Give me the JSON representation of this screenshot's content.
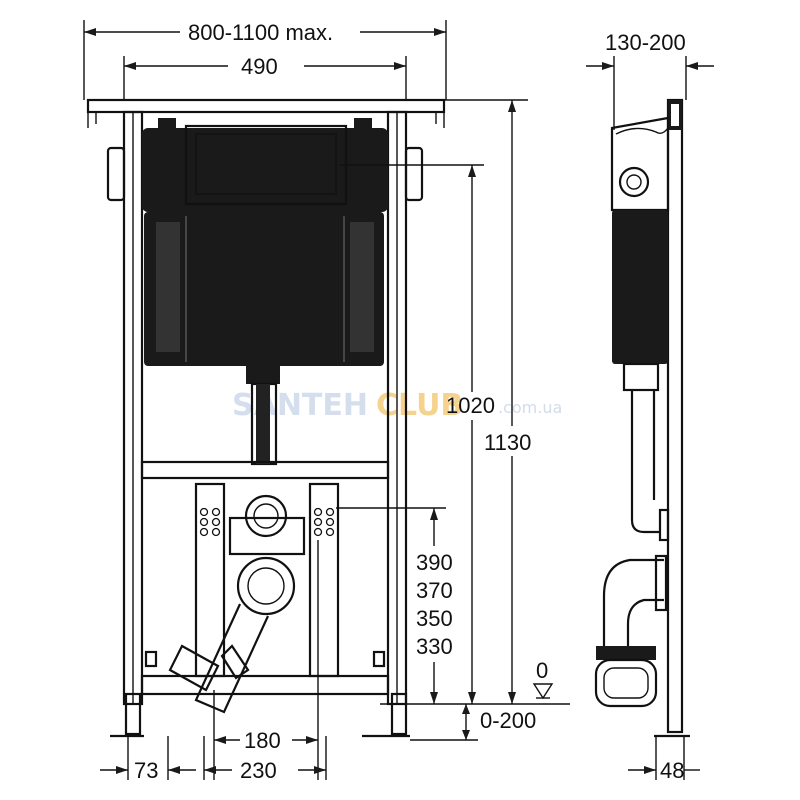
{
  "dimensions": {
    "overall_width": "800-1100 max.",
    "frame_width": "490",
    "depth": "130-200",
    "flush_height": "1020",
    "total_height": "1130",
    "drain_heights": [
      "390",
      "370",
      "350",
      "330"
    ],
    "zero_level": "0",
    "floor_adjust": "0-200",
    "foot_offset": "73",
    "pipe_spacing": "180",
    "pipe_spacing_outer": "230",
    "foot_depth": "48"
  },
  "watermark": {
    "brand_part1": "SANTEH",
    "brand_part2": "CLUB",
    "domain": ".com.ua"
  }
}
